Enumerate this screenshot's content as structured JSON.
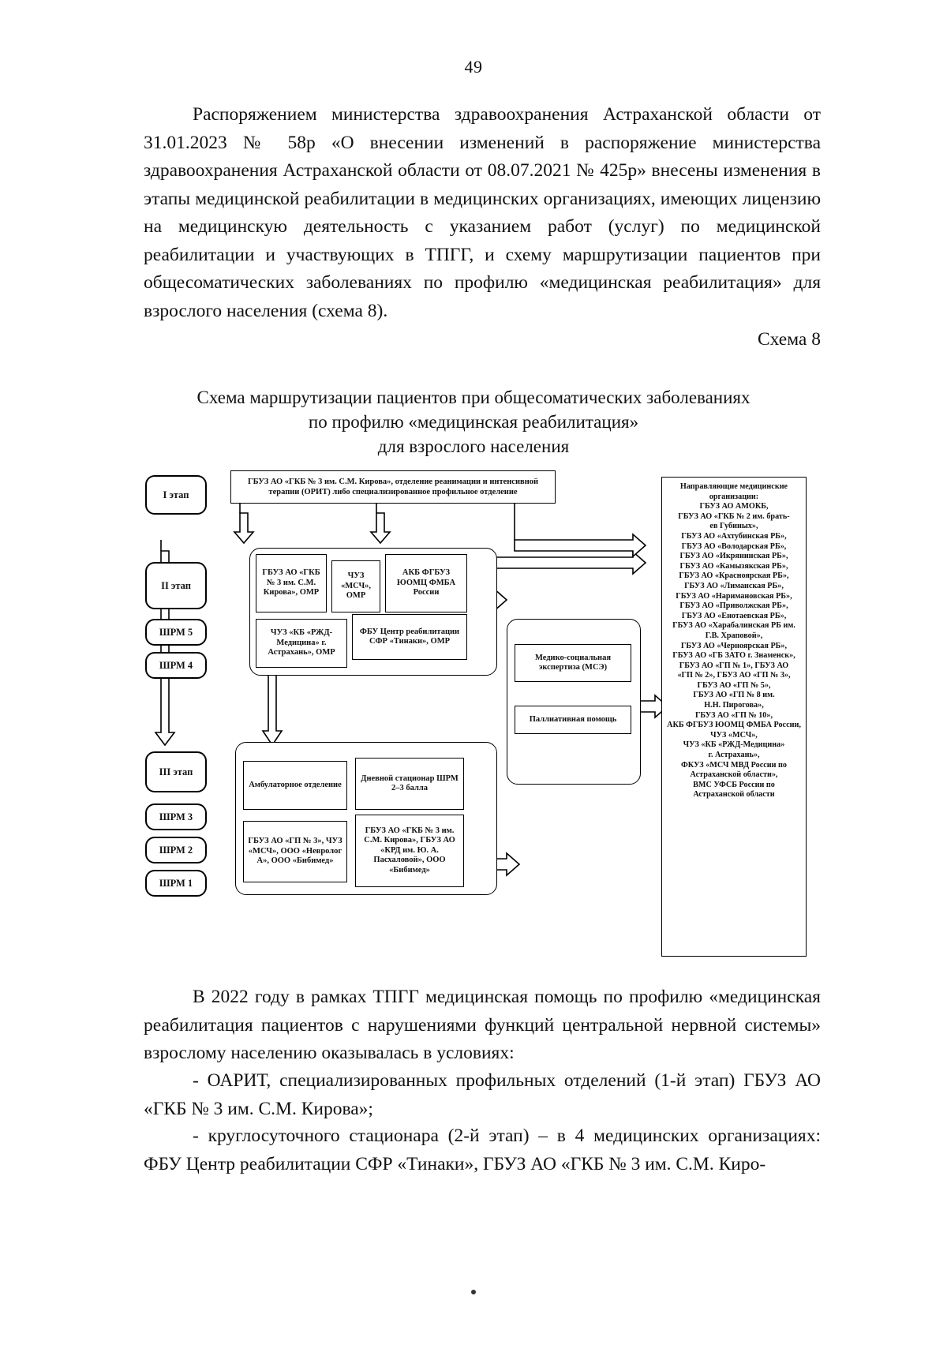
{
  "page": {
    "number": "49"
  },
  "paragraph1": "Распоряжением министерства здравоохранения Астраханской области от 31.01.2023 № 58р «О внесении изменений в распоряжение министерства здравоохранения Астраханской области от 08.07.2021 № 425р» внесены изменения в этапы медицинской реабилитации в медицинских организациях, имеющих лицензию на медицинскую деятельность с указанием работ (услуг) по медицинской реабилитации и участвующих в ТПГГ, и схему маршрутизации пациентов при общесоматических заболеваниях по профилю «медицинская реабилитация» для взрослого населения (схема 8).",
  "scheme_label": "Схема 8",
  "diagram_title": {
    "line1": "Схема маршрутизации пациентов при общесоматических заболеваниях",
    "line2": "по профилю «медицинская реабилитация»",
    "line3": "для взрослого населения"
  },
  "diagram": {
    "stage_chips": [
      {
        "id": "stage-1",
        "label": "I этап"
      },
      {
        "id": "stage-2",
        "label": "II этап"
      },
      {
        "id": "shrm-5",
        "label": "ШРМ 5"
      },
      {
        "id": "shrm-4",
        "label": "ШРМ 4"
      },
      {
        "id": "stage-3",
        "label": "III этап"
      },
      {
        "id": "shrm-3",
        "label": "ШРМ 3"
      },
      {
        "id": "shrm-2",
        "label": "ШРМ 2"
      },
      {
        "id": "shrm-1",
        "label": "ШРМ 1"
      }
    ],
    "stage1_banner": "ГБУЗ АО «ГКБ № 3 им. С.М. Кирова», отделение реанимации и интенсивной терапии (ОРИТ) либо специализированное профильное отделение",
    "stage2_boxes": [
      {
        "id": "gkb3-omr",
        "text": "ГБУЗ АО «ГКБ № 3 им. С.М. Кирова», ОМР"
      },
      {
        "id": "chuz-msch-omr",
        "text": "ЧУЗ «МСЧ», ОМР"
      },
      {
        "id": "akb-fgbuz",
        "text": "АКБ ФГБУЗ ЮОМЦ ФМБА России"
      },
      {
        "id": "rzd-medicina",
        "text": "ЧУЗ «КБ «РЖД-Медицина» г. Астрахань», ОМР"
      },
      {
        "id": "fbu-tinaki",
        "text": "ФБУ Центр реабилитации СФР «Тинаки», ОМР"
      }
    ],
    "stage3_boxes": [
      {
        "id": "ambulatory",
        "text": "Амбулаторное отделение"
      },
      {
        "id": "day-hospital",
        "text": "Дневной стационар ШРМ 2–3 балла"
      },
      {
        "id": "ambulatory-orgs",
        "text": "ГБУЗ АО «ГП № 3», ЧУЗ «МСЧ», ООО «Невролог А», ООО «Бибимед»"
      },
      {
        "id": "day-hospital-orgs",
        "text": "ГБУЗ АО «ГКБ № 3 им. С.М. Кирова», ГБУЗ АО «КРД им. Ю. А. Пасхаловой», ООО «Бибимед»"
      }
    ],
    "side_boxes": [
      {
        "id": "mse",
        "text": "Медико-социальная экспертиза (МСЭ)"
      },
      {
        "id": "palliative",
        "text": "Паллиативная помощь"
      }
    ],
    "referring": {
      "header_line1": "Направляющие медицинские",
      "header_line2": "организации:",
      "items": [
        "ГБУЗ АО АМОКБ,",
        "ГБУЗ АО «ГКБ № 2 им. брать-",
        "ев Губиных»,",
        "ГБУЗ АО «Ахтубинская РБ»,",
        "ГБУЗ АО «Володарская РБ»,",
        "ГБУЗ АО «Икрянинская РБ»,",
        "ГБУЗ АО «Камызякская РБ»,",
        "ГБУЗ АО «Красноярская РБ»,",
        "ГБУЗ АО «Лиманская РБ»,",
        "ГБУЗ АО «Наримановская РБ»,",
        "ГБУЗ АО «Приволжская РБ»,",
        "ГБУЗ АО «Енотаевская РБ»,",
        "ГБУЗ АО «Харабалинская РБ им.",
        "Г.В. Храповой»,",
        "ГБУЗ АО «Черноярская РБ»,",
        "ГБУЗ АО «ГБ ЗАТО г. Знаменск»,",
        "ГБУЗ АО «ГП № 1», ГБУЗ АО",
        "«ГП № 2», ГБУЗ АО «ГП № 3»,",
        "ГБУЗ АО «ГП № 5»,",
        "ГБУЗ АО «ГП № 8 им.",
        "Н.Н. Пирогова»,",
        "ГБУЗ АО «ГП № 10»,",
        "АКБ ФГБУЗ ЮОМЦ ФМБА России,",
        "ЧУЗ «МСЧ»,",
        "ЧУЗ «КБ «РЖД-Медицина»",
        "г. Астрахань»,",
        "ФКУЗ «МСЧ МВД России по",
        "Астраханской области»,",
        "ВМС УФСБ России по",
        "Астраханской области"
      ]
    }
  },
  "paragraph2": "В 2022 году в рамках ТПГГ медицинская помощь по профилю «медицинская реабилитация пациентов с нарушениями функций центральной нервной системы» взрослому населению оказывалась в условиях:",
  "paragraph3": "- ОАРИТ, специализированных профильных отделений (1-й этап) ГБУЗ АО «ГКБ № 3 им. С.М. Кирова»;",
  "paragraph4": "- круглосуточного стационара (2-й этап) – в 4 медицинских организациях: ФБУ Центр реабилитации СФР «Тинаки», ГБУЗ АО «ГКБ № 3 им. С.М. Киро-"
}
